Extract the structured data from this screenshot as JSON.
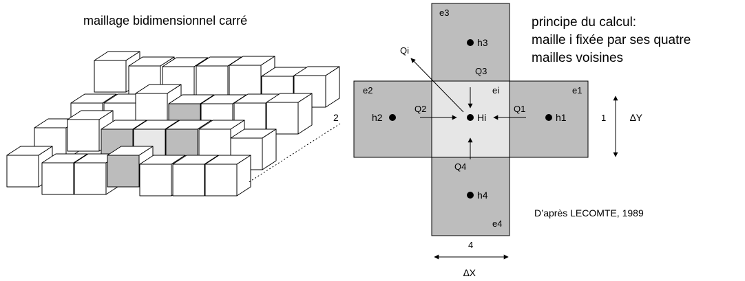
{
  "left_title": "maillage bidimensionnel carré",
  "principle": {
    "line1": "principe du calcul:",
    "line2": "maille i fixée par ses quatre",
    "line3": "mailles voisines"
  },
  "credit": "D’après LECOMTE, 1989",
  "cells": {
    "center": "ei",
    "top": "e3",
    "left": "e2",
    "right": "e1",
    "bottom": "e4"
  },
  "heads": {
    "center": "Hi",
    "top": "h3",
    "left": "h2",
    "right": "h1",
    "bottom": "h4"
  },
  "flows": {
    "qi": "Qi",
    "q1": "Q1",
    "q2": "Q2",
    "q3": "Q3",
    "q4": "Q4"
  },
  "dimensions": {
    "dx_number": "4",
    "dx_label": "∆X",
    "dy_number": "1",
    "dy_label": "∆Y",
    "side_number": "2"
  },
  "colors": {
    "neighbor_fill": "#bdbdbd",
    "center_fill": "#e6e6e6",
    "cube_fill": "#ffffff",
    "highlight_fill": "#bcbcbc",
    "light_highlight_fill": "#e8e8e8",
    "stroke": "#000000"
  }
}
